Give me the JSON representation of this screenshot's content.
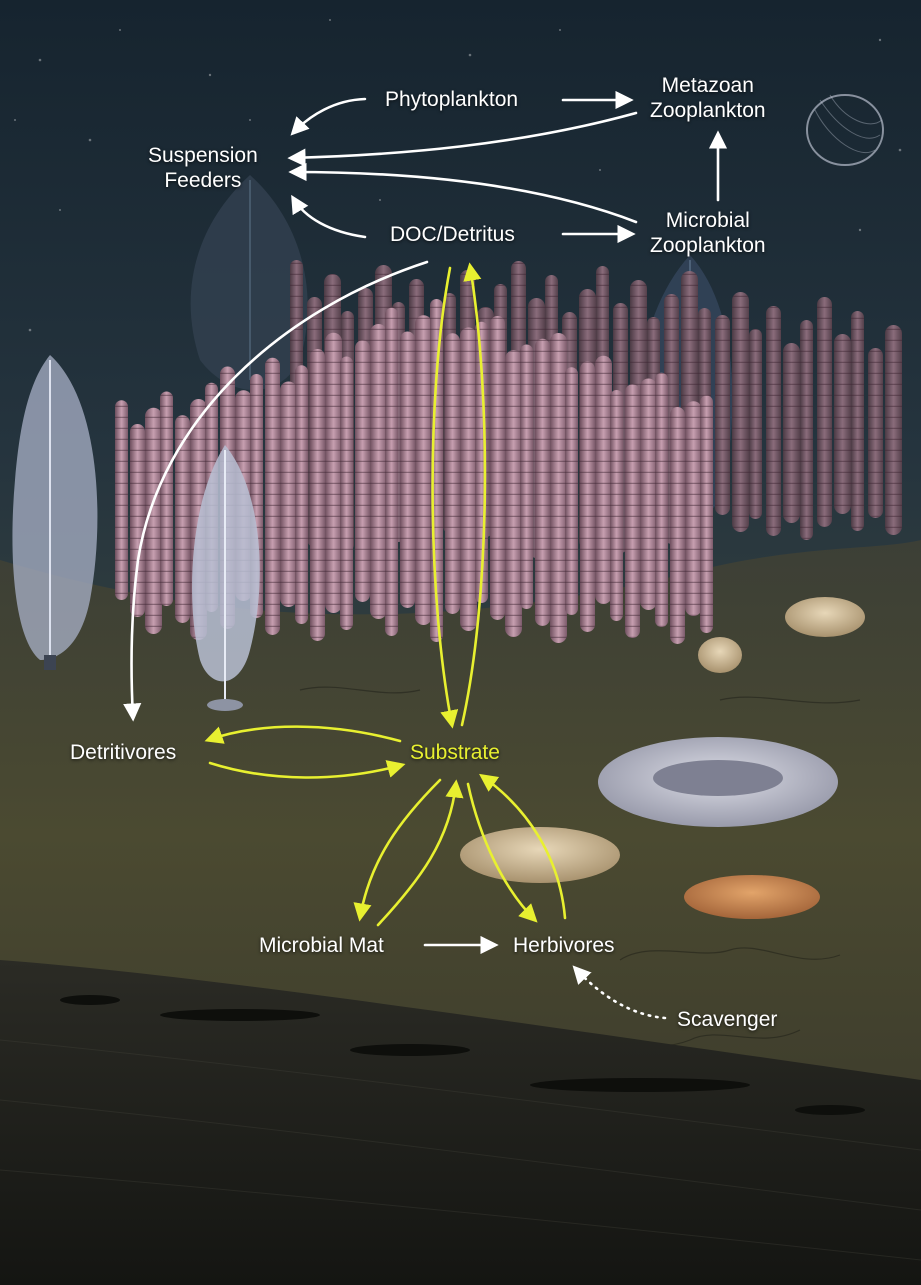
{
  "colors": {
    "white_arrow": "#ffffff",
    "yellow_arrow": "#e8f030",
    "water_top": "#1a2a36",
    "water_mid": "#2c3d48",
    "sediment": "#4a4a32",
    "bedrock": "#1c1d18",
    "tube_colony": "#b58c9e"
  },
  "nodes": {
    "phytoplankton": "Phytoplankton",
    "metazoan_zooplankton": [
      "Metazoan",
      "Zooplankton"
    ],
    "suspension_feeders": [
      "Suspension",
      "Feeders"
    ],
    "doc_detritus": "DOC/Detritus",
    "microbial_zooplankton": [
      "Microbial",
      "Zooplankton"
    ],
    "detritivores": "Detritivores",
    "substrate": "Substrate",
    "microbial_mat": "Microbial Mat",
    "herbivores": "Herbivores",
    "scavenger": "Scavenger"
  },
  "edges": [
    {
      "from": "phytoplankton",
      "to": "suspension_feeders",
      "style": "white"
    },
    {
      "from": "phytoplankton",
      "to": "metazoan_zooplankton",
      "style": "white"
    },
    {
      "from": "metazoan_zooplankton",
      "to": "suspension_feeders",
      "style": "white"
    },
    {
      "from": "microbial_zooplankton",
      "to": "suspension_feeders",
      "style": "white"
    },
    {
      "from": "microbial_zooplankton",
      "to": "metazoan_zooplankton",
      "style": "white"
    },
    {
      "from": "doc_detritus",
      "to": "suspension_feeders",
      "style": "white"
    },
    {
      "from": "doc_detritus",
      "to": "microbial_zooplankton",
      "style": "white"
    },
    {
      "from": "doc_detritus",
      "to": "detritivores",
      "style": "white"
    },
    {
      "from": "doc_detritus",
      "to": "substrate",
      "style": "yellow"
    },
    {
      "from": "substrate",
      "to": "doc_detritus",
      "style": "yellow"
    },
    {
      "from": "substrate",
      "to": "detritivores",
      "style": "yellow"
    },
    {
      "from": "detritivores",
      "to": "substrate",
      "style": "yellow"
    },
    {
      "from": "substrate",
      "to": "microbial_mat",
      "style": "yellow"
    },
    {
      "from": "microbial_mat",
      "to": "substrate",
      "style": "yellow"
    },
    {
      "from": "substrate",
      "to": "herbivores",
      "style": "yellow"
    },
    {
      "from": "herbivores",
      "to": "substrate",
      "style": "yellow"
    },
    {
      "from": "microbial_mat",
      "to": "herbivores",
      "style": "white"
    },
    {
      "from": "scavenger",
      "to": "herbivores",
      "style": "white-dotted"
    }
  ]
}
